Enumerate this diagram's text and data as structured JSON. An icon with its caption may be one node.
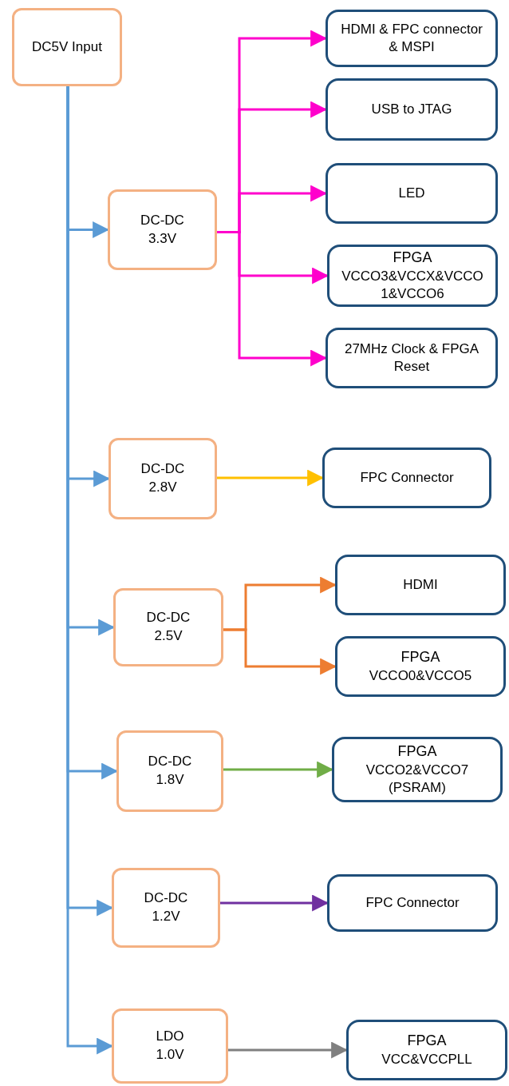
{
  "diagram": {
    "nodes": [
      {
        "text": [
          "DC5V Input"
        ]
      },
      {
        "text": [
          "DC-DC",
          "3.3V"
        ]
      },
      {
        "text": [
          "HDMI & FPC connector & MSPI"
        ]
      },
      {
        "text": [
          "USB to JTAG"
        ]
      },
      {
        "text": [
          "LED"
        ]
      },
      {
        "text": [
          "FPGA",
          "VCCO3&VCCX&VCCO1&VCCO6"
        ]
      },
      {
        "text": [
          "27MHz Clock & FPGA Reset"
        ]
      },
      {
        "text": [
          "DC-DC",
          "2.8V"
        ]
      },
      {
        "text": [
          "FPC Connector"
        ]
      },
      {
        "text": [
          "DC-DC",
          "2.5V"
        ]
      },
      {
        "text": [
          "HDMI"
        ]
      },
      {
        "text": [
          "FPGA",
          "VCCO0&VCCO5"
        ]
      },
      {
        "text": [
          "DC-DC",
          "1.8V"
        ]
      },
      {
        "text": [
          "FPGA",
          "VCCO2&VCCO7 (PSRAM)"
        ]
      },
      {
        "text": [
          "DC-DC",
          "1.2V"
        ]
      },
      {
        "text": [
          "FPC Connector"
        ]
      },
      {
        "text": [
          "LDO",
          "1.0V"
        ]
      },
      {
        "text": [
          "FPGA",
          "VCC&VCCPLL"
        ]
      }
    ],
    "edges": [
      {
        "from": 0,
        "to": 1,
        "arrow": "to"
      },
      {
        "from": 0,
        "to": 7,
        "arrow": "to"
      },
      {
        "from": 0,
        "to": 9,
        "arrow": "to"
      },
      {
        "from": 0,
        "to": 12,
        "arrow": "to"
      },
      {
        "from": 0,
        "to": 14,
        "arrow": "to"
      },
      {
        "from": 0,
        "to": 16,
        "arrow": "to"
      },
      {
        "from": 1,
        "to": 2,
        "arrow": "to",
        "color": "#ff00cc"
      },
      {
        "from": 1,
        "to": 3,
        "arrow": "to",
        "color": "#ff00cc"
      },
      {
        "from": 1,
        "to": 4,
        "arrow": "to",
        "color": "#ff00cc"
      },
      {
        "from": 1,
        "to": 5,
        "arrow": "to",
        "color": "#ff00cc"
      },
      {
        "from": 1,
        "to": 6,
        "arrow": "to",
        "color": "#ff00cc"
      },
      {
        "from": 7,
        "to": 8,
        "arrow": "to",
        "color": "#ffc000"
      },
      {
        "from": 9,
        "to": 10,
        "arrow": "to",
        "color": "#ed7d31"
      },
      {
        "from": 9,
        "to": 11,
        "arrow": "to",
        "color": "#ed7d31"
      },
      {
        "from": 12,
        "to": 13,
        "arrow": "to",
        "color": "#70ad47"
      },
      {
        "from": 14,
        "to": 15,
        "arrow": "to",
        "color": "#7030a0"
      },
      {
        "from": 16,
        "to": 17,
        "arrow": "to",
        "color": "#808080"
      }
    ]
  }
}
